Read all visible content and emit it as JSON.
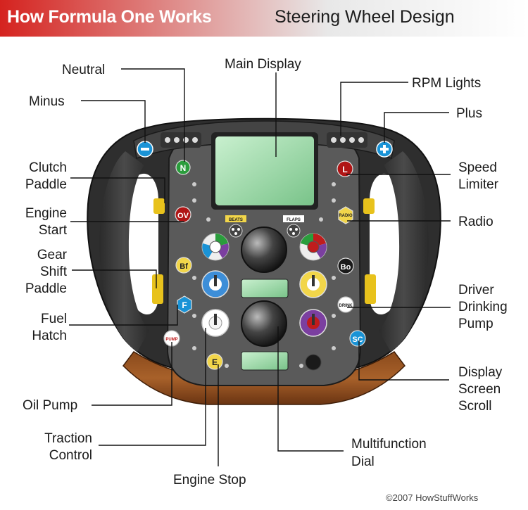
{
  "header": {
    "title": "How Formula One Works",
    "subtitle": "Steering Wheel Design"
  },
  "labels": {
    "neutral": "Neutral",
    "main_display": "Main Display",
    "rpm_lights": "RPM Lights",
    "minus": "Minus",
    "plus": "Plus",
    "clutch_1": "Clutch",
    "clutch_2": "Paddle",
    "speed_1": "Speed",
    "speed_2": "Limiter",
    "engine_start_1": "Engine",
    "engine_start_2": "Start",
    "radio": "Radio",
    "gear_1": "Gear",
    "gear_2": "Shift",
    "gear_3": "Paddle",
    "driver_1": "Driver",
    "driver_2": "Drinking",
    "driver_3": "Pump",
    "fuel_1": "Fuel",
    "fuel_2": "Hatch",
    "display_1": "Display",
    "display_2": "Screen",
    "display_3": "Scroll",
    "oil_pump": "Oil Pump",
    "traction_1": "Traction",
    "traction_2": "Control",
    "multi_1": "Multifunction",
    "multi_2": "Dial",
    "engine_stop": "Engine Stop"
  },
  "button_text": {
    "neutral": "N",
    "speed_limiter": "L",
    "engine_start": "OV",
    "radio": "RADIO",
    "gear": "Bf",
    "bo": "Bo",
    "fuel": "F",
    "sc": "SC",
    "e": "E",
    "oil": "PUMP",
    "left_small": "BEATS",
    "right_small": "FLAPS",
    "drink": "DRINK"
  },
  "icons": {
    "minus": "minus-icon",
    "plus": "plus-icon"
  },
  "copyright": "©2007 HowStuffWorks"
}
